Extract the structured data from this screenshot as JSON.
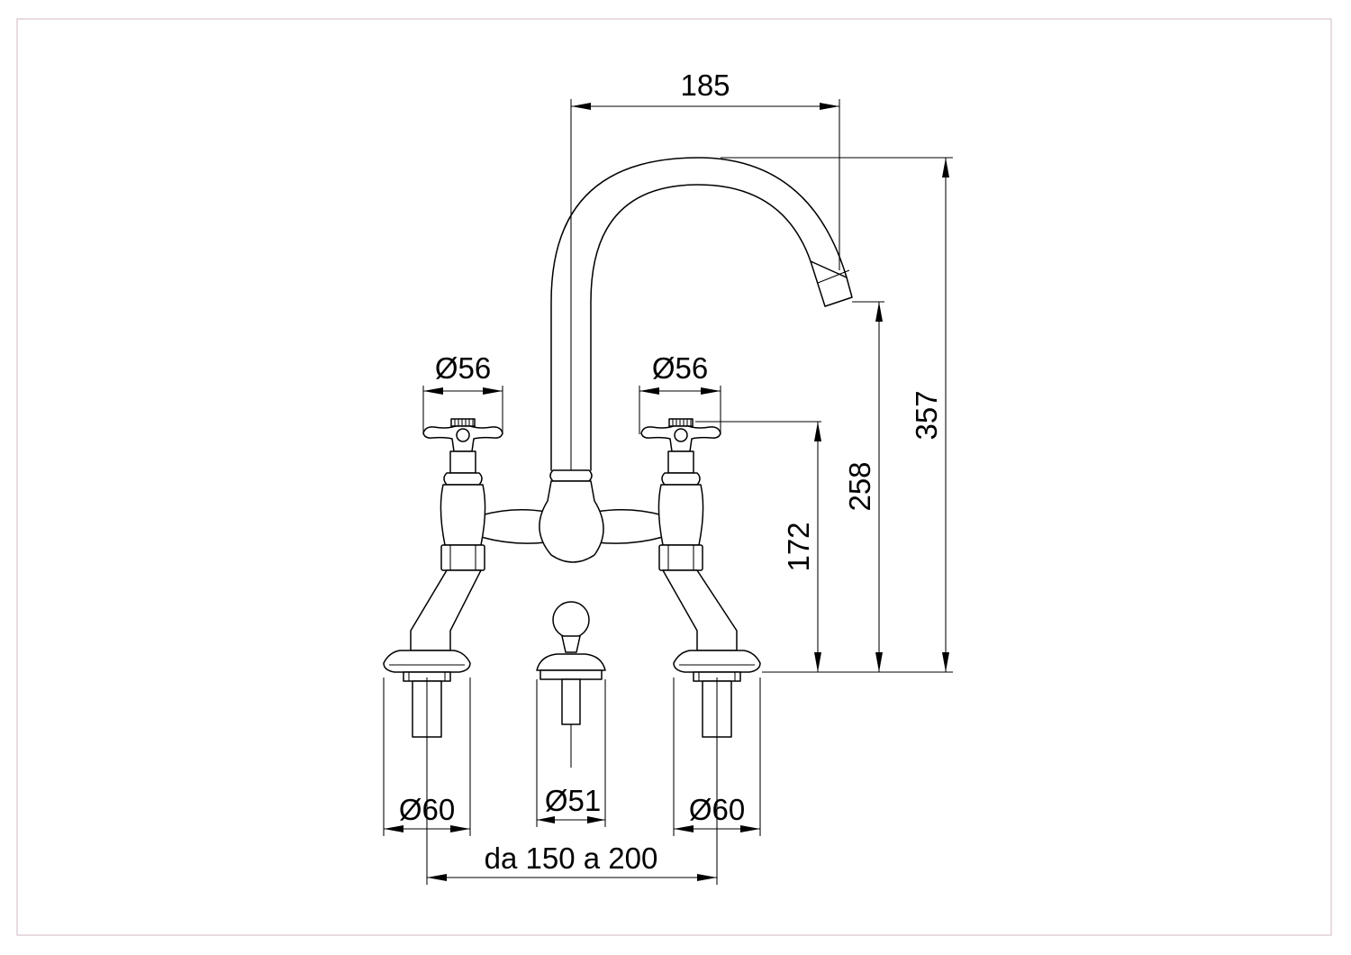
{
  "dimensions": {
    "spout_reach": "185",
    "handle_diameter_left": "Ø56",
    "handle_diameter_right": "Ø56",
    "height_handles": "172",
    "height_spout_outlet": "258",
    "overall_height": "357",
    "base_diameter_left": "Ø60",
    "base_diameter_center": "Ø51",
    "base_diameter_right": "Ø60",
    "center_distance": "da 150 a 200"
  },
  "colors": {
    "line": "#000000",
    "background": "#ffffff",
    "frame": "#d9c3cf"
  }
}
